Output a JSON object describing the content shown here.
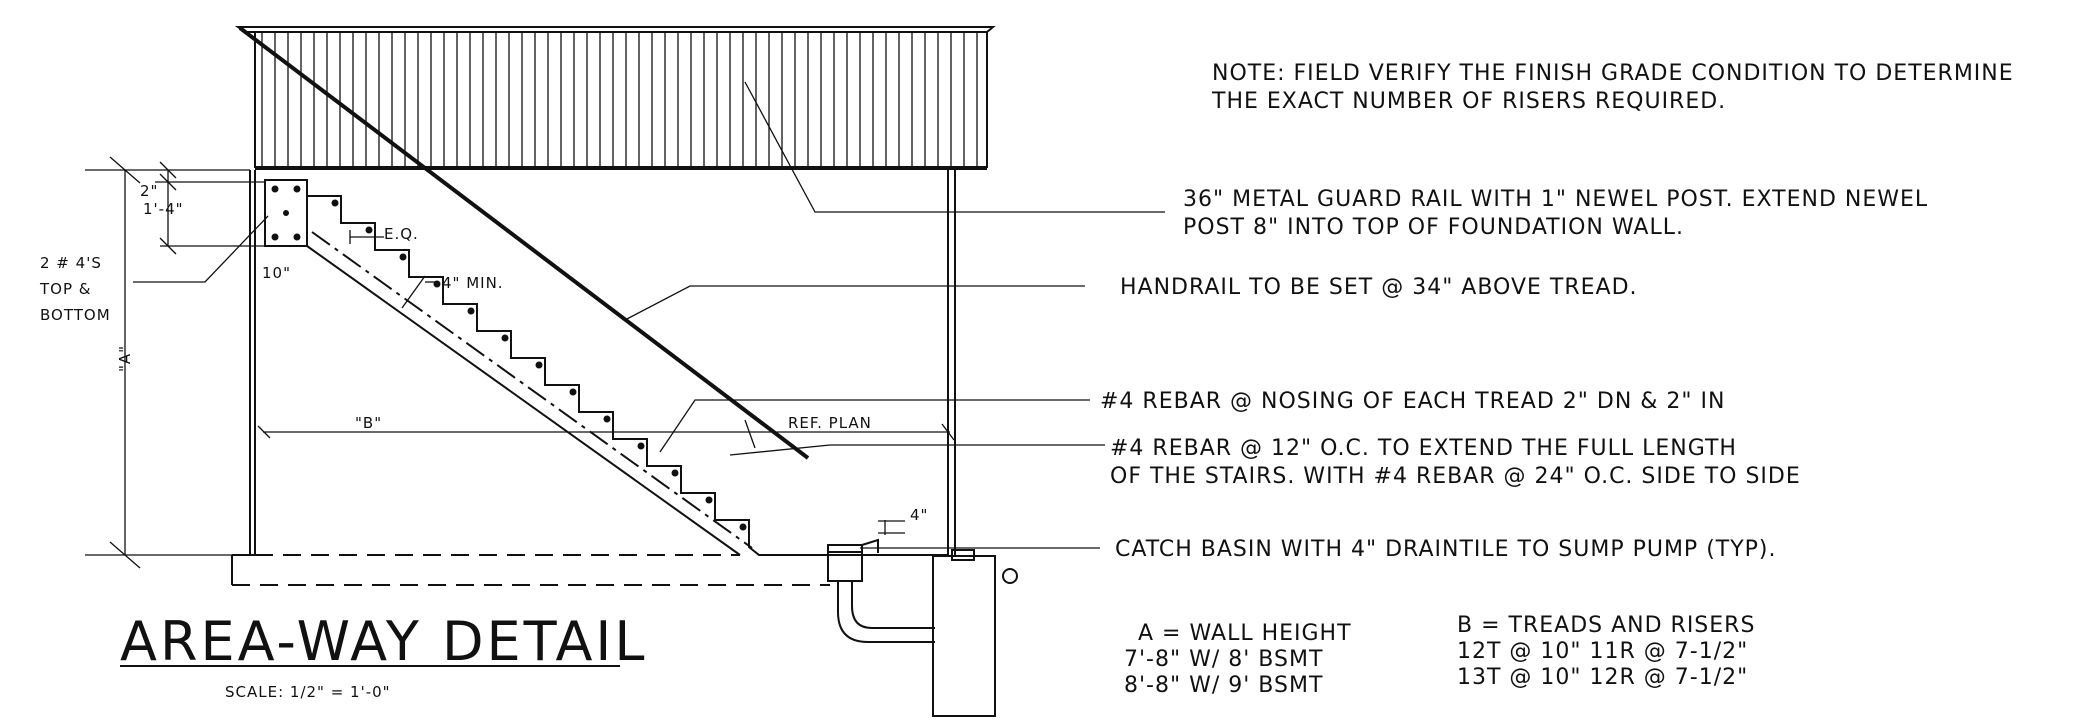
{
  "notes": {
    "verify_line1": "NOTE: FIELD VERIFY THE FINISH GRADE CONDITION TO DETERMINE",
    "verify_line2": "THE EXACT NUMBER OF RISERS REQUIRED.",
    "guardrail_line1": "36\" METAL GUARD RAIL WITH 1\" NEWEL POST.  EXTEND NEWEL",
    "guardrail_line2": "POST 8\" INTO TOP OF FOUNDATION WALL.",
    "handrail": "HANDRAIL TO BE SET @ 34\" ABOVE TREAD.",
    "rebar_nosing": "#4 REBAR @ NOSING OF EACH TREAD 2\" DN & 2\" IN",
    "rebar_oc_line1": "#4 REBAR @ 12\" O.C. TO EXTEND THE FULL LENGTH",
    "rebar_oc_line2": "OF THE STAIRS.  WITH #4 REBAR @ 24\" O.C. SIDE TO SIDE",
    "catch_basin": "CATCH BASIN WITH 4\" DRAINTILE TO SUMP PUMP (TYP)."
  },
  "dimensions": {
    "two_in": "2\"",
    "one_four": "1'-4\"",
    "eq": "E.Q.",
    "four_min": "4\" MIN.",
    "ten_in": "10\"",
    "b_label": "\"B\"",
    "ref_plan": "REF. PLAN",
    "a_label": "\"A\"",
    "four_in": "4\""
  },
  "rebar_top_bottom": {
    "line1": "2 # 4'S",
    "line2": "TOP &",
    "line3": "BOTTOM"
  },
  "title": {
    "main": "AREA-WAY DETAIL",
    "scale": "SCALE: 1/2\" = 1'-0\""
  },
  "legend_a": {
    "line1": "A = WALL HEIGHT",
    "line2": "7'-8\" W/ 8' BSMT",
    "line3": "8'-8\" W/ 9' BSMT"
  },
  "legend_b": {
    "line1": "B = TREADS AND RISERS",
    "line2": "12T @ 10\" 11R @ 7-1/2\"",
    "line3": "13T @ 10\" 12R @ 7-1/2\""
  }
}
